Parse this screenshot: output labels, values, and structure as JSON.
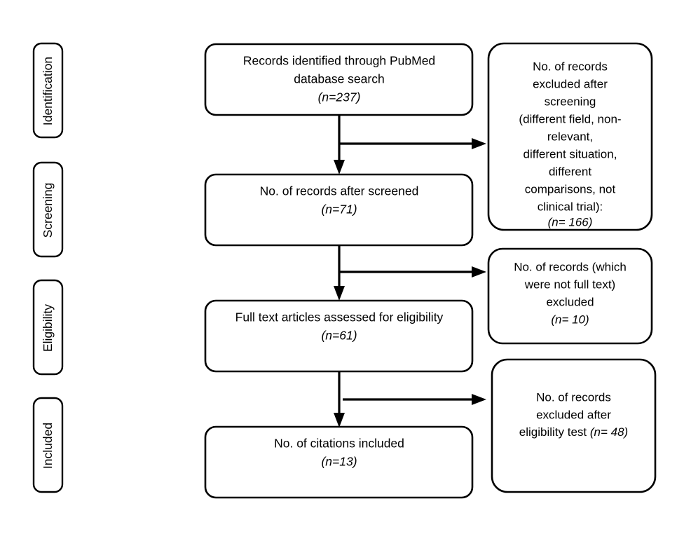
{
  "diagram": {
    "type": "prisma-flow-diagram",
    "background_color": "#ffffff",
    "line_color": "#000000",
    "text_color": "#000000"
  },
  "stages": [
    {
      "label": "Identification"
    },
    {
      "label": "Screening"
    },
    {
      "label": "Eligibility"
    },
    {
      "label": "Included"
    }
  ],
  "main_boxes": [
    {
      "id": "records-identified",
      "lines": [
        {
          "text": "Records identified through PubMed",
          "italic": false
        },
        {
          "text": "database search",
          "italic": false
        },
        {
          "text": "(n=237)",
          "italic": true
        }
      ]
    },
    {
      "id": "records-after-screened",
      "lines": [
        {
          "text": "No. of records after screened",
          "italic": false
        },
        {
          "text": "(n=71)",
          "italic": true
        }
      ]
    },
    {
      "id": "full-text-assessed",
      "lines": [
        {
          "text": "Full text articles assessed for eligibility",
          "italic": false
        },
        {
          "text": "(n=61)",
          "italic": true
        }
      ]
    },
    {
      "id": "citations-included",
      "lines": [
        {
          "text": "No. of citations included",
          "italic": false
        },
        {
          "text": "(n=13)",
          "italic": true
        }
      ]
    }
  ],
  "exclusion_boxes": [
    {
      "id": "excluded-after-screening",
      "lines": [
        {
          "text": "No. of records",
          "italic": false
        },
        {
          "text": "excluded after",
          "italic": false
        },
        {
          "text": "screening",
          "italic": false
        },
        {
          "text": "(different field, non-",
          "italic": false
        },
        {
          "text": "relevant,",
          "italic": false
        },
        {
          "text": "different situation,",
          "italic": false
        },
        {
          "text": "different",
          "italic": false
        },
        {
          "text": "comparisons, not",
          "italic": false
        },
        {
          "text": "clinical trial):",
          "italic": false
        },
        {
          "text": "(n= 166)",
          "italic": true
        }
      ]
    },
    {
      "id": "excluded-not-full-text",
      "lines": [
        {
          "text": "No. of records (which",
          "italic": false
        },
        {
          "text": "were not full text)",
          "italic": false
        },
        {
          "text": "excluded",
          "italic": false
        },
        {
          "text": "(n= 10)",
          "italic": true
        }
      ]
    },
    {
      "id": "excluded-after-eligibility",
      "lines": [
        {
          "text": "No. of records",
          "italic": false
        },
        {
          "text": "excluded after",
          "italic": false
        },
        {
          "text": "eligibility test ",
          "italic": false,
          "trailing_italic": "(n= 48)"
        }
      ]
    }
  ],
  "counts": {
    "identified": 237,
    "after_screening": 71,
    "excluded_screening": 166,
    "full_text_assessed": 61,
    "excluded_not_full_text": 10,
    "excluded_eligibility": 48,
    "included": 13
  }
}
